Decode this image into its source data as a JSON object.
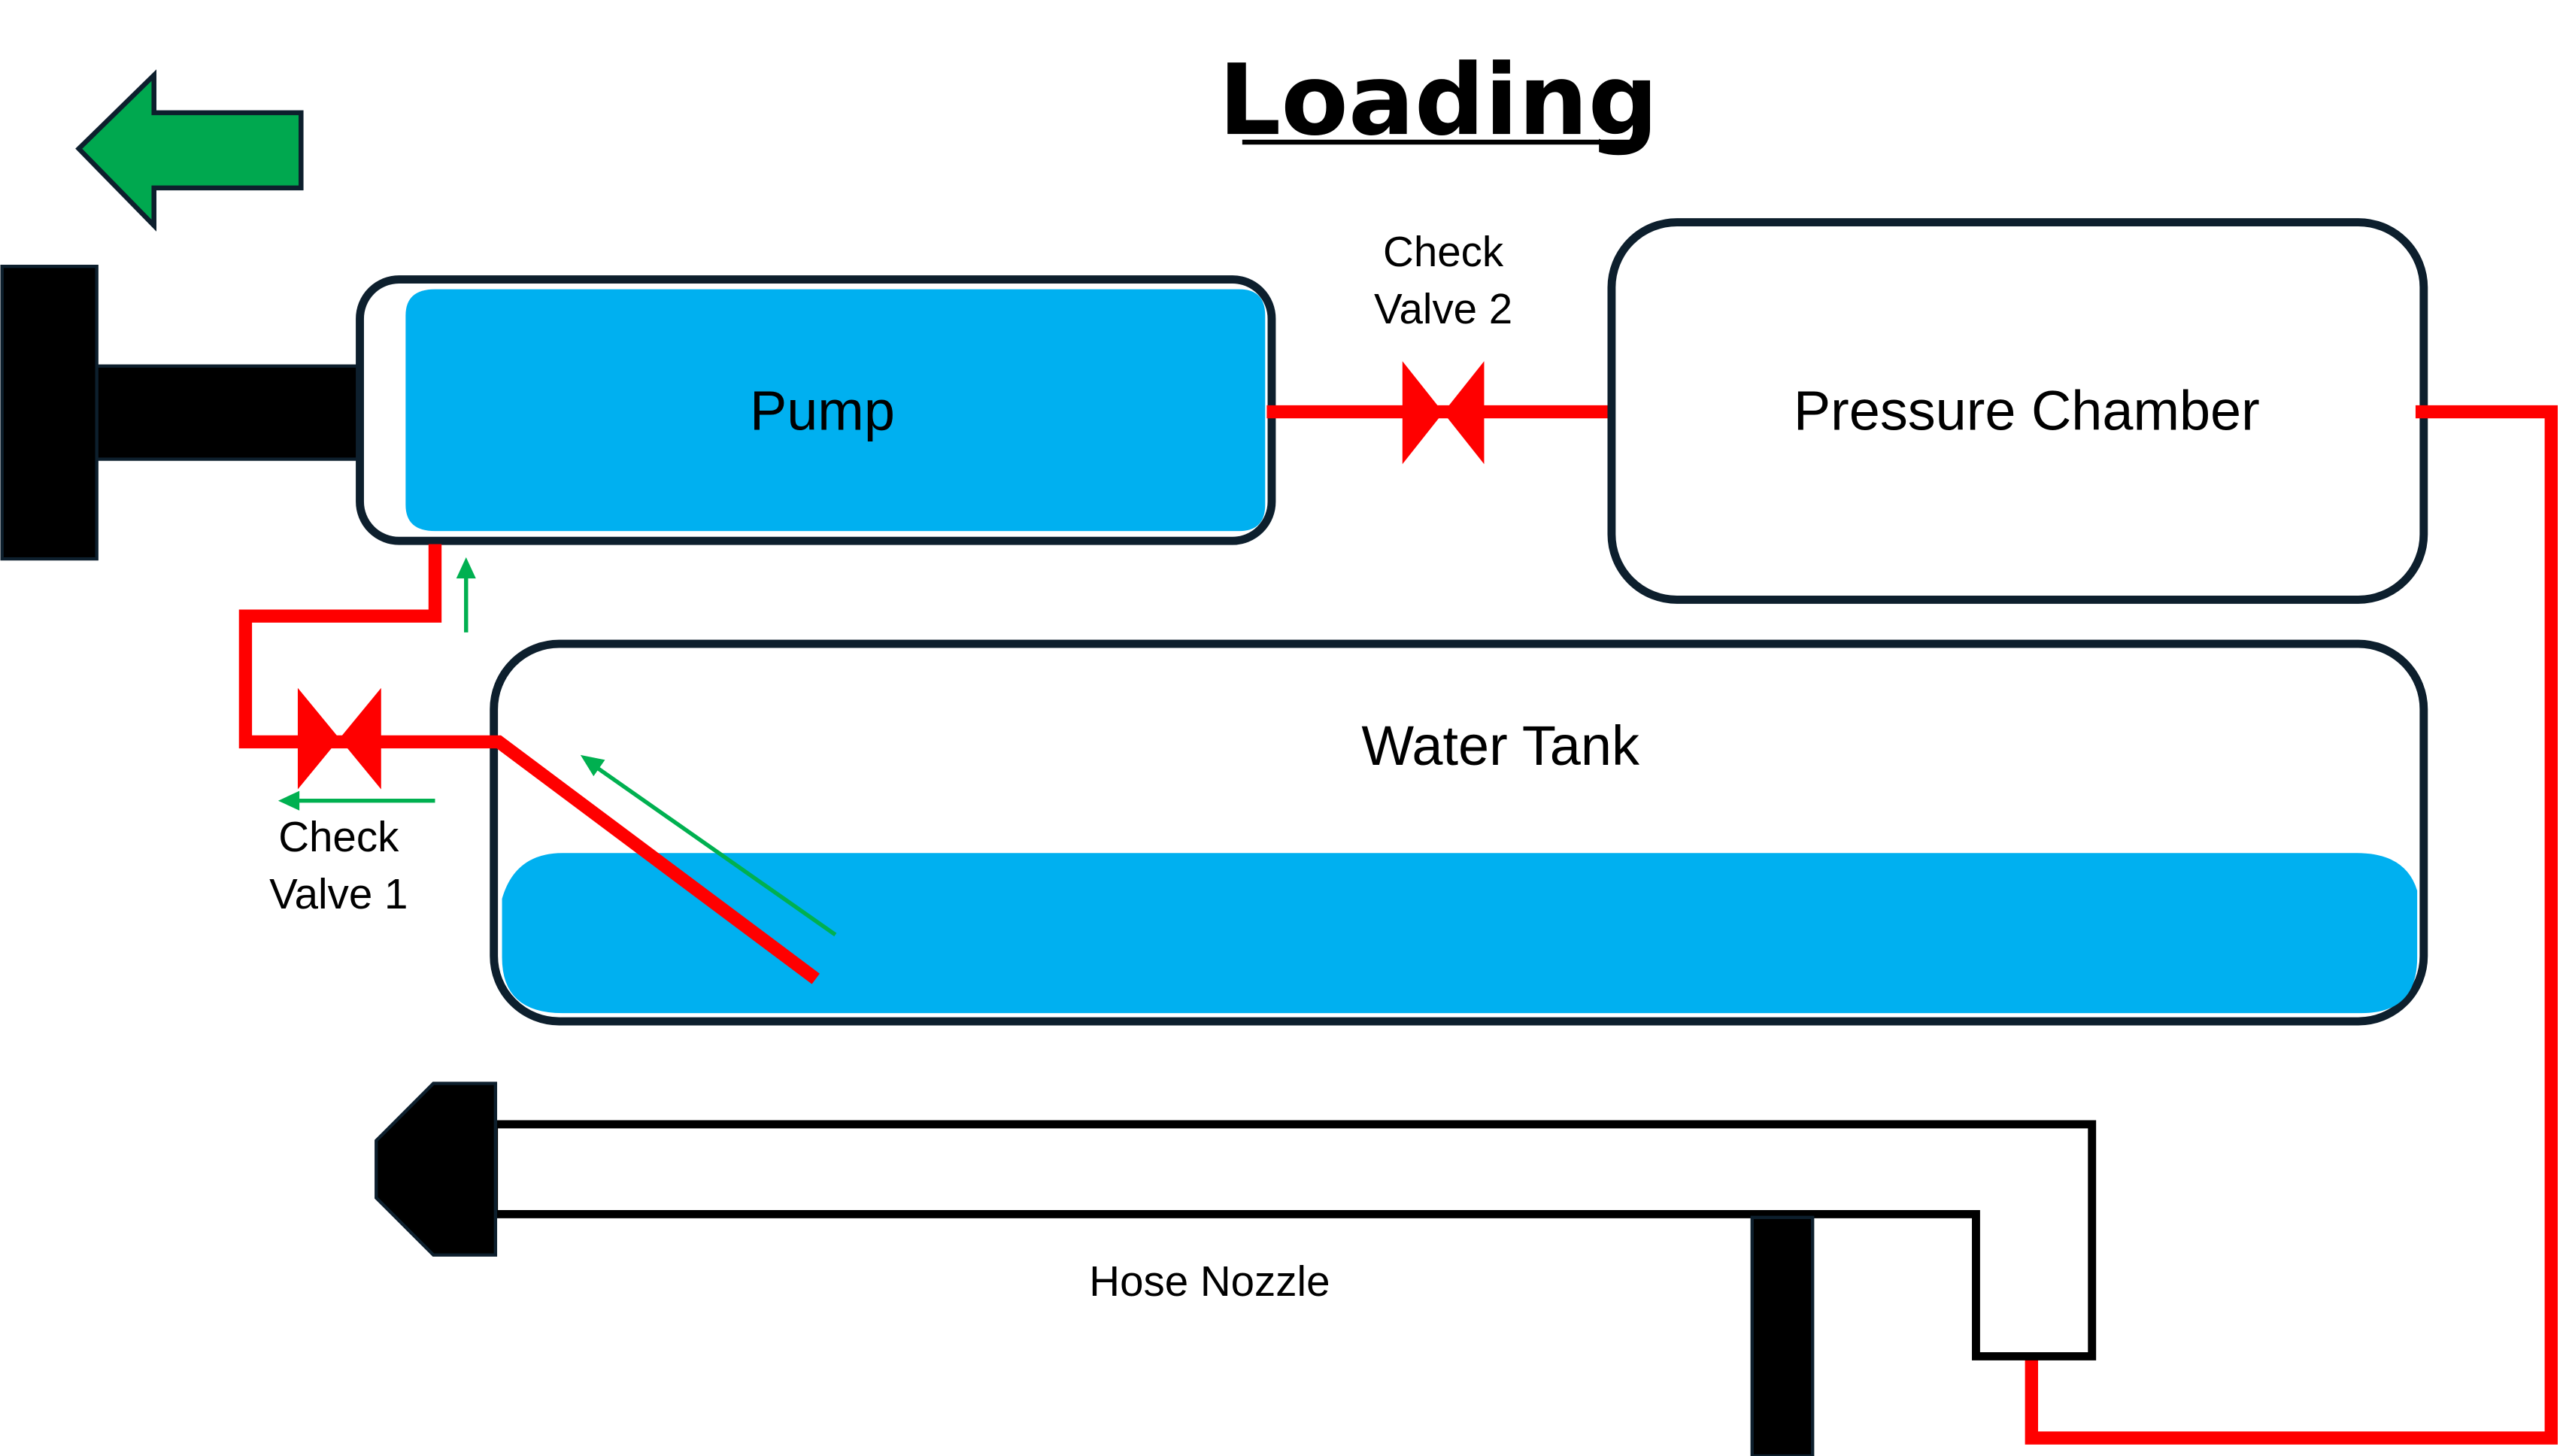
{
  "title": "Loading",
  "labels": {
    "pump": "Pump",
    "check_valve_2_line1": "Check",
    "check_valve_2_line2": "Valve 2",
    "pressure_chamber": "Pressure Chamber",
    "water_tank": "Water Tank",
    "check_valve_1_line1": "Check",
    "check_valve_1_line2": "Valve 1",
    "hose_nozzle": "Hose Nozzle"
  },
  "icons": {
    "back": "left-arrow-icon",
    "valve": "bowtie-valve-icon"
  },
  "colors": {
    "water": "#00b0f0",
    "pipe": "#ff0000",
    "flow_arrow": "#00b050",
    "back_arrow": "#00a84f",
    "outline": "#0d1f2d",
    "solid": "#000000"
  }
}
